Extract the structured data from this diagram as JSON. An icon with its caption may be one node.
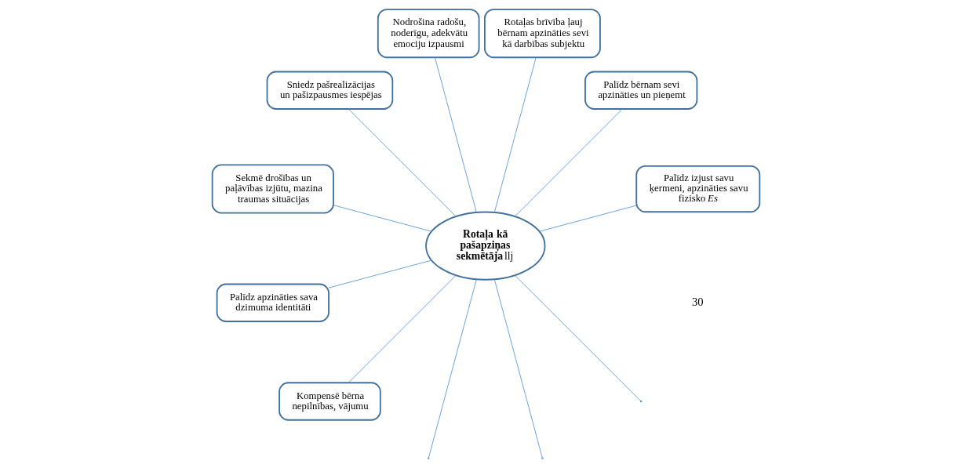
{
  "diagram": {
    "nodes": [
      {
        "text": [
          "**Rotaļa kā pašapziņas sekmētāja**llj"
        ]
      },
      {
        "text": [
          "Palīdz izjust savu ķermeni, apzināties savu fizisko *Es*"
        ]
      },
      {
        "text": [
          "Palīdz bērnam sevi apzināties un pieņemt"
        ]
      },
      {
        "text": [
          "Rotaļas brīvība ļauj bērnam apzināties sevi kā darbības subjektu"
        ]
      },
      {
        "text": [
          "Nodrošina radošu, noderīgu, adekvātu emociju izpausmi"
        ]
      },
      {
        "text": [
          "Sniedz pašrealizācijas un pašizpausmes iespējas"
        ]
      },
      {
        "text": [
          "Sekmē drošības un paļāvības izjūtu, mazina traumas situācijas"
        ]
      },
      {
        "text": [
          "Palīdz apzināties sava dzimuma identitāti"
        ]
      },
      {
        "text": [
          "Kompensē bērna nepilnības, vājumu"
        ]
      }
    ],
    "edges": [
      {
        "from": 0,
        "to": 1,
        "arrow": "none"
      },
      {
        "from": 0,
        "to": 2,
        "arrow": "none"
      },
      {
        "from": 0,
        "to": 3,
        "arrow": "none"
      },
      {
        "from": 0,
        "to": 4,
        "arrow": "none"
      },
      {
        "from": 0,
        "to": 5,
        "arrow": "none"
      },
      {
        "from": 0,
        "to": 6,
        "arrow": "none"
      },
      {
        "from": 0,
        "to": 7,
        "arrow": "none"
      },
      {
        "from": 0,
        "to": null,
        "arrow": "none"
      },
      {
        "from": 0,
        "to": null,
        "arrow": "none"
      },
      {
        "from": 0,
        "to": null,
        "arrow": "none"
      },
      {
        "from": 0,
        "to": 8,
        "arrow": "none"
      }
    ],
    "labels": [
      "30"
    ]
  }
}
